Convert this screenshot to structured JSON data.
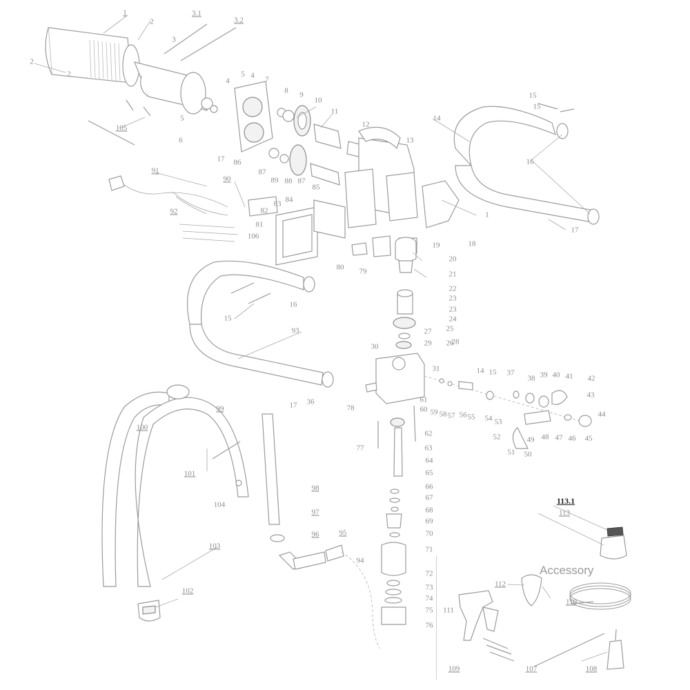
{
  "diagram": {
    "type": "exploded parts diagram",
    "section_title": "Accessory",
    "highlight_label": "113.1",
    "part_labels": [
      "1",
      "2",
      "2",
      "3.1",
      "3.2",
      "3",
      "2",
      "105",
      "5",
      "4",
      "4",
      "7",
      "5",
      "6",
      "8",
      "9",
      "10",
      "11",
      "12",
      "13",
      "17",
      "86",
      "87",
      "89",
      "88",
      "87",
      "85",
      "14",
      "15",
      "15",
      "16",
      "17",
      "1",
      "18",
      "91",
      "90",
      "92",
      "84",
      "83",
      "82",
      "81",
      "106",
      "80",
      "79",
      "20",
      "19",
      "21",
      "22",
      "23",
      "23",
      "24",
      "25",
      "26",
      "27",
      "28",
      "29",
      "30",
      "31",
      "16",
      "15",
      "93",
      "17",
      "36",
      "78",
      "14",
      "15",
      "37",
      "38",
      "39",
      "40",
      "41",
      "42",
      "43",
      "44",
      "45",
      "46",
      "47",
      "48",
      "49",
      "50",
      "51",
      "52",
      "53",
      "54",
      "55",
      "56",
      "57",
      "58",
      "59",
      "60",
      "61",
      "62",
      "63",
      "77",
      "64",
      "65",
      "66",
      "67",
      "68",
      "69",
      "70",
      "71",
      "72",
      "73",
      "74",
      "75",
      "76",
      "99",
      "100",
      "101",
      "104",
      "98",
      "97",
      "96",
      "95",
      "94",
      "103",
      "102",
      "113",
      "112",
      "110",
      "111",
      "109",
      "107",
      "108"
    ]
  }
}
